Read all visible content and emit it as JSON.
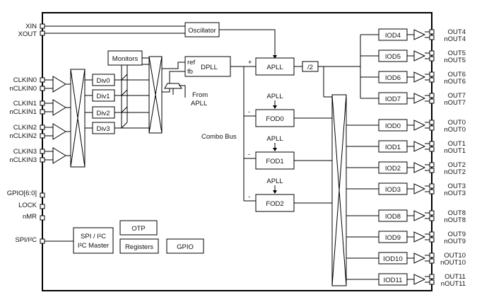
{
  "inputs": {
    "xin": "XIN",
    "xout": "XOUT",
    "clk": [
      {
        "p": "CLKIN0",
        "n": "nCLKIN0"
      },
      {
        "p": "CLKIN1",
        "n": "nCLKIN1"
      },
      {
        "p": "CLKIN2",
        "n": "nCLKIN2"
      },
      {
        "p": "CLKIN3",
        "n": "nCLKIN3"
      }
    ],
    "gpio": "GPIO[6:0]",
    "lock": "LOCK",
    "nmr": "nMR",
    "spi": "SPI/I²C"
  },
  "blocks": {
    "oscillator": "Oscillator",
    "monitors": "Monitors",
    "dividers": [
      "Div0",
      "Div1",
      "Div2",
      "Div3"
    ],
    "dpll": "DPLL",
    "ref": "ref",
    "fb": "fb",
    "from_apll_1": "From",
    "from_apll_2": "APLL",
    "apll": "APLL",
    "div2": "/2",
    "plus": "+",
    "minus": "-",
    "combo_bus": "Combo Bus",
    "fod_src": "APLL",
    "fods": [
      "FOD0",
      "FOD1",
      "FOD2"
    ],
    "spi_master_1": "SPI / I²C",
    "spi_master_2": "I²C Master",
    "otp": "OTP",
    "registers": "Registers",
    "gpio_block": "GPIO"
  },
  "outputs": [
    {
      "iod": "IOD4",
      "p": "OUT4",
      "n": "nOUT4"
    },
    {
      "iod": "IOD5",
      "p": "OUT5",
      "n": "nOUT5"
    },
    {
      "iod": "IOD6",
      "p": "OUT6",
      "n": "nOUT6"
    },
    {
      "iod": "IOD7",
      "p": "OUT7",
      "n": "nOUT7"
    },
    {
      "iod": "IOD0",
      "p": "OUT0",
      "n": "nOUT0"
    },
    {
      "iod": "IOD1",
      "p": "OUT1",
      "n": "nOUT1"
    },
    {
      "iod": "IOD2",
      "p": "OUT2",
      "n": "nOUT2"
    },
    {
      "iod": "IOD3",
      "p": "OUT3",
      "n": "nOUT3"
    },
    {
      "iod": "IOD8",
      "p": "OUT8",
      "n": "nOUT8"
    },
    {
      "iod": "IOD9",
      "p": "OUT9",
      "n": "nOUT9"
    },
    {
      "iod": "IOD10",
      "p": "OUT10",
      "n": "nOUT10"
    },
    {
      "iod": "IOD11",
      "p": "OUT11",
      "n": "nOUT11"
    }
  ]
}
